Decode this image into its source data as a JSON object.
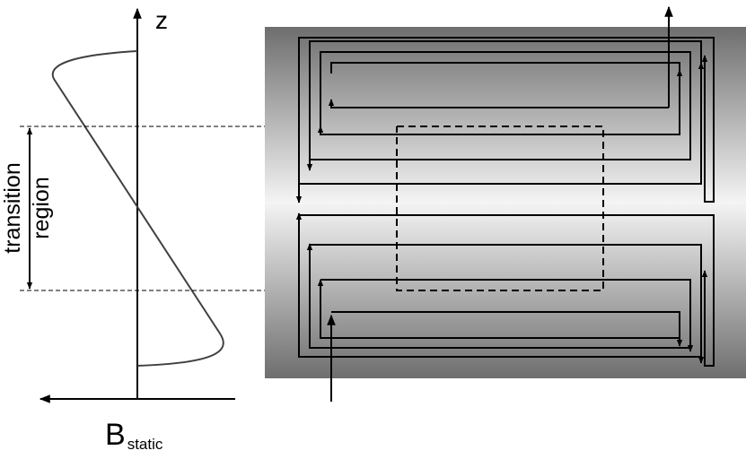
{
  "axis": {
    "z_label": "z",
    "b_label_main": "B",
    "b_label_sub": "static"
  },
  "annotation": {
    "line1": "transition",
    "line2": "region"
  },
  "colors": {
    "stroke": "#000000",
    "profile": "#404040",
    "cylinder_dark": "#6e6e6e",
    "cylinder_light": "#f4f4f4"
  }
}
